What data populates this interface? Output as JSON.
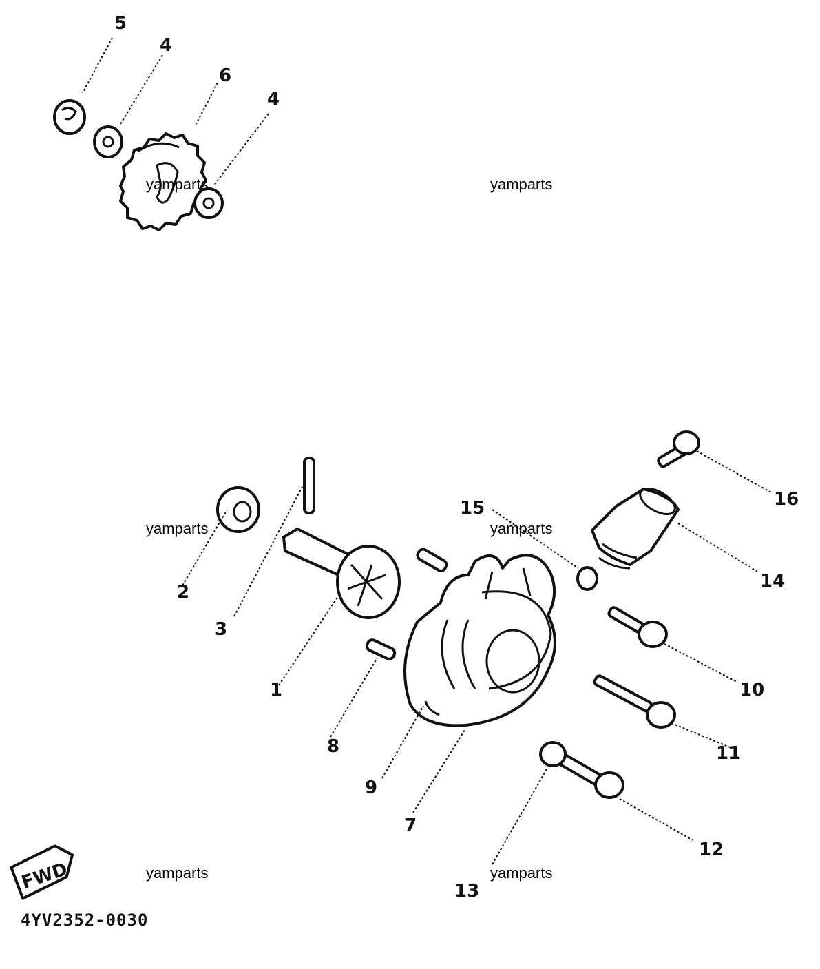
{
  "watermarks": [
    "yamparts",
    "yamparts",
    "yamparts",
    "yamparts",
    "yamparts",
    "yamparts"
  ],
  "callouts": {
    "n1": "1",
    "n2": "2",
    "n3": "3",
    "n4a": "4",
    "n4b": "4",
    "n5": "5",
    "n6": "6",
    "n7": "7",
    "n8": "8",
    "n9": "9",
    "n10": "10",
    "n11": "11",
    "n12": "12",
    "n13": "13",
    "n14": "14",
    "n15": "15",
    "n16": "16"
  },
  "front_badge": "FWD",
  "diagram_code": "4YV2352-0030"
}
